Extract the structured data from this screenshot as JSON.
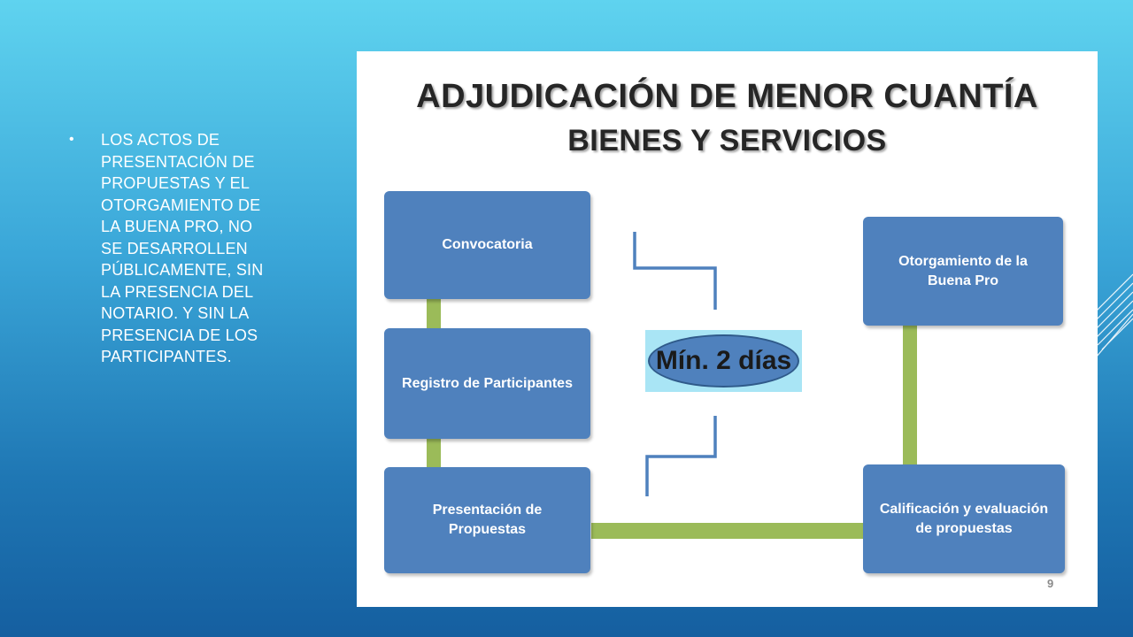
{
  "bullet": {
    "text": "LOS ACTOS DE PRESENTACIÓN DE PROPUESTAS  Y EL OTORGAMIENTO DE LA BUENA PRO, NO SE DESARROLLEN PÚBLICAMENTE, SIN LA PRESENCIA DEL NOTARIO. Y SIN LA PRESENCIA DE LOS PARTICIPANTES."
  },
  "slide": {
    "title": "ADJUDICACIÓN DE MENOR CUANTÍA",
    "subtitle": "BIENES Y SERVICIOS",
    "boxes": {
      "convocatoria": "Convocatoria",
      "registro": "Registro de Participantes",
      "presentacion": "Presentación de Propuestas",
      "otorgamiento": "Otorgamiento de la Buena Pro",
      "calificacion": "Calificación y evaluación de propuestas"
    },
    "min_days": "Mín. 2 días",
    "page_number": "9"
  },
  "colors": {
    "box_fill": "#4f81bd",
    "connector": "#9bbb59",
    "oval_bg": "#a9e5f5"
  }
}
